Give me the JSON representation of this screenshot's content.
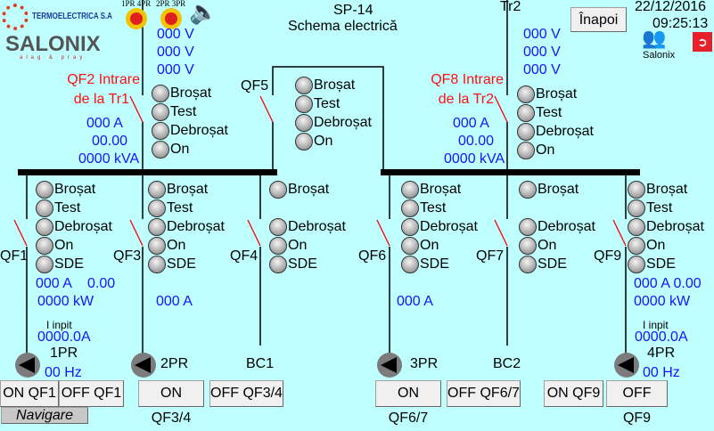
{
  "header": {
    "title": "SP-14",
    "subtitle": "Schema electrică",
    "transformer2": "Tr2",
    "date": "22/12/2016",
    "time": "09:25:13",
    "back_label": "Înapoi",
    "user": "Salonix",
    "navigate_label": "Navigare"
  },
  "logos": {
    "termo": "TERMOELECTRICA S.A",
    "salonix": "SALONIX",
    "salonix_tag": "alag & pray"
  },
  "estops": {
    "a": "1PR 4PR",
    "b": "2PR 3PR"
  },
  "incomer1": {
    "voltages": [
      "000 V",
      "000 V",
      "000 V"
    ],
    "title1": "QF2 Intrare",
    "title2": "de la Tr1",
    "current": "000 A",
    "pf": "00.00",
    "power": "0000 kVA"
  },
  "incomer2": {
    "voltages": [
      "000 V",
      "000 V",
      "000 V"
    ],
    "title1": "QF8 Intrare",
    "title2": "de la Tr2",
    "current": "000 A",
    "pf": "00.00",
    "power": "0000 kVA"
  },
  "coupler": {
    "label": "QF5"
  },
  "lamp_groups": [
    {
      "id": "qf2",
      "items": [
        "Broșat",
        "Test",
        "Debroșat",
        "On"
      ]
    },
    {
      "id": "qf5",
      "items": [
        "Broșat",
        "Test",
        "Debroșat",
        "On"
      ]
    },
    {
      "id": "qf8",
      "items": [
        "Broșat",
        "Test",
        "Debroșat",
        "On"
      ]
    },
    {
      "id": "qf1",
      "items": [
        "Broșat",
        "Test",
        "Debroșat",
        "On",
        "SDE"
      ]
    },
    {
      "id": "qf3",
      "items": [
        "Broșat",
        "Test",
        "Debroșat",
        "On",
        "SDE"
      ]
    },
    {
      "id": "qf4",
      "items": [
        "Broșat",
        "Debroșat",
        "On",
        "SDE"
      ]
    },
    {
      "id": "qf6",
      "items": [
        "Broșat",
        "Test",
        "Debroșat",
        "On",
        "SDE"
      ]
    },
    {
      "id": "qf7",
      "items": [
        "Broșat",
        "Debroșat",
        "On",
        "SDE"
      ]
    },
    {
      "id": "qf9",
      "items": [
        "Broșat",
        "Test",
        "Debroșat",
        "On",
        "SDE"
      ]
    }
  ],
  "feeders": {
    "qf1": {
      "label": "QF1",
      "current": "000 A",
      "pf": "0.00",
      "power": "0000 kW",
      "i_label": "I inpit",
      "i_value": "0000.0A",
      "pump": "1PR",
      "freq": "00 Hz"
    },
    "qf3": {
      "label": "QF3",
      "current": "000 A",
      "pump": "2PR"
    },
    "qf4": {
      "label": "QF4",
      "load": "BC1"
    },
    "qf6": {
      "label": "QF6",
      "current": "000 A",
      "pump": "3PR"
    },
    "qf7": {
      "label": "QF7",
      "load": "BC2"
    },
    "qf9": {
      "label": "QF9",
      "current_pf": "000 A 0.00",
      "power": "0000 kW",
      "i_label": "I inpit",
      "i_value": "0000.0A",
      "pump": "4PR",
      "freq": "00 Hz"
    }
  },
  "buttons": [
    "ON QF1",
    "OFF QF1",
    "ON QF3/4",
    "OFF QF3/4",
    "ON QF6/7",
    "OFF QF6/7",
    "ON QF9",
    "OFF QF9"
  ],
  "colors": {
    "background": "#bfffff",
    "values": "#1414ff",
    "titles": "#ff1010",
    "switch": "#ff0000",
    "exit": "#e8202a"
  }
}
